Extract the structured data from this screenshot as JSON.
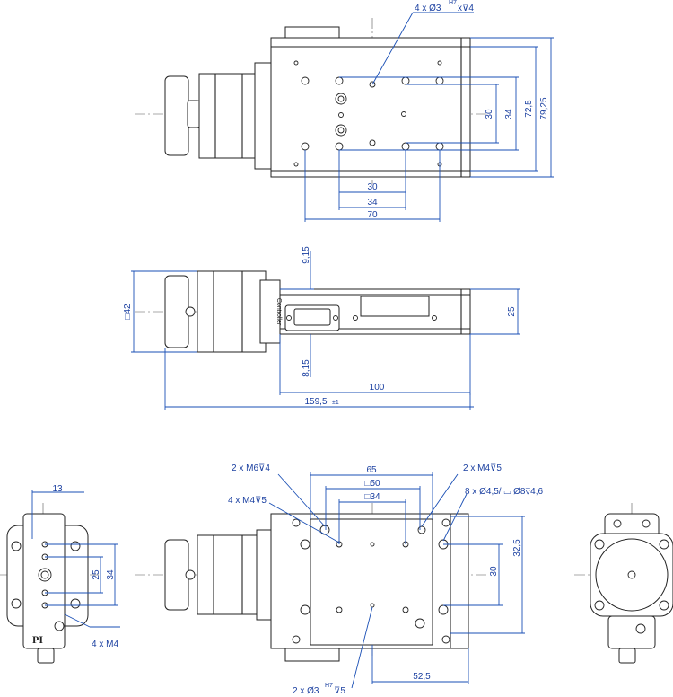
{
  "colors": {
    "dimension": "#1a4fb5",
    "outline": "#222222",
    "background": "#ffffff"
  },
  "top_view": {
    "callout_holes": "4 x Ø3",
    "callout_holes_tol": "H7",
    "callout_holes_depth": "x⊽4",
    "dim_30_v": "30",
    "dim_34_v": "34",
    "dim_72_5": "72,5",
    "dim_79_25": "79,25",
    "dim_30_h": "30",
    "dim_34_h": "34",
    "dim_70": "70"
  },
  "side_view": {
    "dim_9_15": "9,15",
    "dim_sq42": "□42",
    "dim_25": "25",
    "dim_8_15": "8,15",
    "dim_100": "100",
    "dim_159_5": "159,5",
    "dim_159_5_tol": "±1",
    "label_controller": "Controller"
  },
  "bottom_view": {
    "callout_m6": "2 x M6⊽4",
    "callout_m4_top": "2 x M4⊽5",
    "callout_m4_left": "4 x M4⊽5",
    "callout_cbore": "8 x Ø4,5/ ⌴ Ø8⊽4,6",
    "dim_65": "65",
    "dim_sq50": "□50",
    "dim_sq34": "□34",
    "dim_32_5": "32,5",
    "dim_30": "30",
    "dim_52_5": "52,5",
    "callout_bottom_holes": "2 x Ø3",
    "callout_bottom_tol": "H7",
    "callout_bottom_depth": "⊽5"
  },
  "end_view": {
    "dim_13": "13",
    "dim_25": "25",
    "dim_34": "34",
    "callout_m4": "4 x M4",
    "logo": "PI"
  }
}
